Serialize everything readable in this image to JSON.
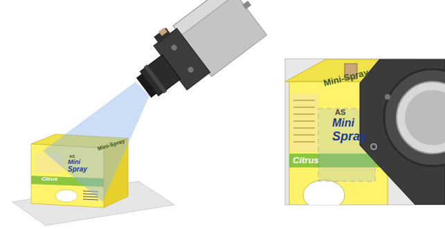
{
  "diagram": {
    "labels": [
      "Mini-Spray",
      "AS",
      "Mini",
      "Spray",
      "Citrus",
      "Mini-Spray",
      "AS",
      "Mini",
      "Spray",
      "Citrus"
    ]
  }
}
